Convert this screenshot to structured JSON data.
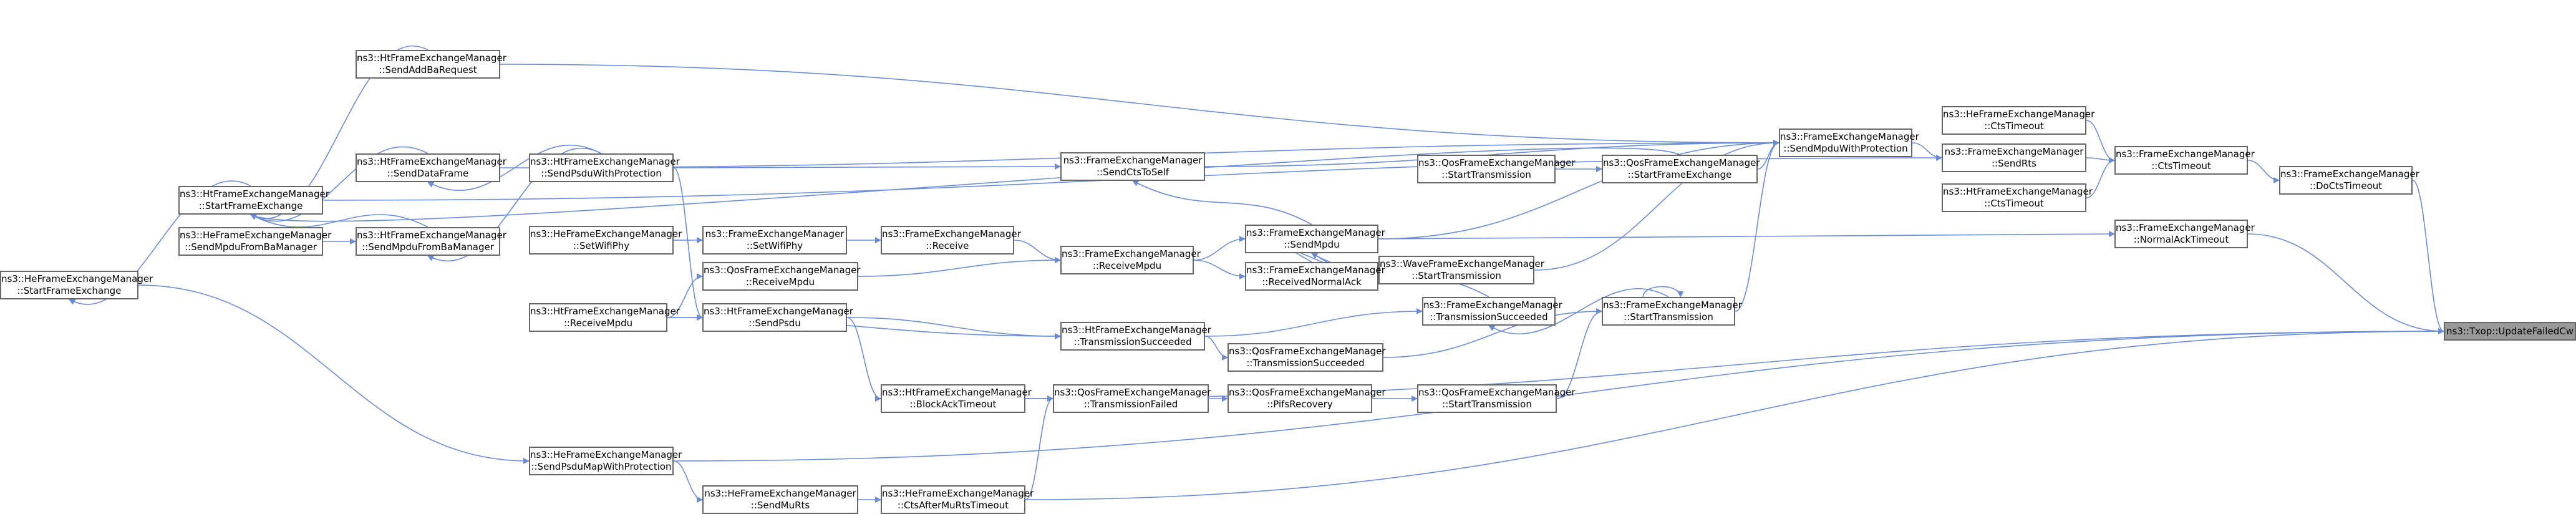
{
  "diagram": {
    "type": "caller-graph",
    "colors": {
      "edge": "#6a8cd6",
      "node_border": "#666666",
      "node_fill": "#ffffff",
      "root_fill": "#999999"
    },
    "nodes": [
      {
        "id": "n01",
        "lines": [
          "ns3::Txop::UpdateFailedCw"
        ],
        "root": true
      },
      {
        "id": "n02",
        "lines": [
          "ns3::FrameExchangeManager",
          "::DoCtsTimeout"
        ]
      },
      {
        "id": "n03",
        "lines": [
          "ns3::FrameExchangeManager",
          "::NormalAckTimeout"
        ]
      },
      {
        "id": "n04",
        "lines": [
          "ns3::HeFrameExchangeManager",
          "::CtsTimeout"
        ]
      },
      {
        "id": "n05",
        "lines": [
          "ns3::FrameExchangeManager",
          "::CtsTimeout"
        ]
      },
      {
        "id": "n06",
        "lines": [
          "ns3::HtFrameExchangeManager",
          "::CtsTimeout"
        ]
      },
      {
        "id": "n07",
        "lines": [
          "ns3::FrameExchangeManager",
          "::SendRts"
        ]
      },
      {
        "id": "n08",
        "lines": [
          "ns3::FrameExchangeManager",
          "::SendMpduWithProtection"
        ]
      },
      {
        "id": "n09",
        "lines": [
          "ns3::QosFrameExchangeManager",
          "::StartTransmission"
        ]
      },
      {
        "id": "n10",
        "lines": [
          "ns3::QosFrameExchangeManager",
          "::StartFrameExchange"
        ]
      },
      {
        "id": "n11",
        "lines": [
          "ns3::FrameExchangeManager",
          "::SendCtsToSelf"
        ]
      },
      {
        "id": "n12",
        "lines": [
          "ns3::FrameExchangeManager",
          "::SendMpdu"
        ]
      },
      {
        "id": "n13",
        "lines": [
          "ns3::WaveFrameExchangeManager",
          "::StartTransmission"
        ]
      },
      {
        "id": "n14",
        "lines": [
          "ns3::FrameExchangeManager",
          "::ReceivedNormalAck"
        ]
      },
      {
        "id": "n15",
        "lines": [
          "ns3::FrameExchangeManager",
          "::TransmissionSucceeded"
        ]
      },
      {
        "id": "n16",
        "lines": [
          "ns3::FrameExchangeManager",
          "::StartTransmission"
        ]
      },
      {
        "id": "n17",
        "lines": [
          "ns3::QosFrameExchangeManager",
          "::TransmissionSucceeded"
        ]
      },
      {
        "id": "n18",
        "lines": [
          "ns3::QosFrameExchangeManager",
          "::StartTransmission"
        ]
      },
      {
        "id": "n19",
        "lines": [
          "ns3::QosFrameExchangeManager",
          "::PifsRecovery"
        ]
      },
      {
        "id": "n20",
        "lines": [
          "ns3::QosFrameExchangeManager",
          "::TransmissionFailed"
        ]
      },
      {
        "id": "n21",
        "lines": [
          "ns3::HtFrameExchangeManager",
          "::TransmissionSucceeded"
        ]
      },
      {
        "id": "n22",
        "lines": [
          "ns3::FrameExchangeManager",
          "::ReceiveMpdu"
        ]
      },
      {
        "id": "n23",
        "lines": [
          "ns3::FrameExchangeManager",
          "::Receive"
        ]
      },
      {
        "id": "n24",
        "lines": [
          "ns3::FrameExchangeManager",
          "::SetWifiPhy"
        ]
      },
      {
        "id": "n25",
        "lines": [
          "ns3::HeFrameExchangeManager",
          "::SetWifiPhy"
        ]
      },
      {
        "id": "n26",
        "lines": [
          "ns3::QosFrameExchangeManager",
          "::ReceiveMpdu"
        ]
      },
      {
        "id": "n27",
        "lines": [
          "ns3::HtFrameExchangeManager",
          "::SendPsdu"
        ]
      },
      {
        "id": "n28",
        "lines": [
          "ns3::HtFrameExchangeManager",
          "::ReceiveMpdu"
        ]
      },
      {
        "id": "n29",
        "lines": [
          "ns3::HtFrameExchangeManager",
          "::BlockAckTimeout"
        ]
      },
      {
        "id": "n30",
        "lines": [
          "ns3::HeFrameExchangeManager",
          "::CtsAfterMuRtsTimeout"
        ]
      },
      {
        "id": "n31",
        "lines": [
          "ns3::HeFrameExchangeManager",
          "::SendMuRts"
        ]
      },
      {
        "id": "n32",
        "lines": [
          "ns3::HeFrameExchangeManager",
          "::SendPsduMapWithProtection"
        ]
      },
      {
        "id": "n33",
        "lines": [
          "ns3::HeFrameExchangeManager",
          "::StartFrameExchange"
        ]
      },
      {
        "id": "n34",
        "lines": [
          "ns3::HtFrameExchangeManager",
          "::StartFrameExchange"
        ]
      },
      {
        "id": "n35",
        "lines": [
          "ns3::HtFrameExchangeManager",
          "::SendAddBaRequest"
        ]
      },
      {
        "id": "n36",
        "lines": [
          "ns3::HtFrameExchangeManager",
          "::SendDataFrame"
        ]
      },
      {
        "id": "n37",
        "lines": [
          "ns3::HtFrameExchangeManager",
          "::SendPsduWithProtection"
        ]
      },
      {
        "id": "n38",
        "lines": [
          "ns3::HeFrameExchangeManager",
          "::SendMpduFromBaManager"
        ]
      },
      {
        "id": "n39",
        "lines": [
          "ns3::HtFrameExchangeManager",
          "::SendMpduFromBaManager"
        ]
      }
    ],
    "edges": [
      [
        "n02",
        "n01"
      ],
      [
        "n03",
        "n01"
      ],
      [
        "n29",
        "n01"
      ],
      [
        "n30",
        "n01"
      ],
      [
        "n32",
        "n01"
      ],
      [
        "n05",
        "n02"
      ],
      [
        "n04",
        "n05"
      ],
      [
        "n06",
        "n05"
      ],
      [
        "n07",
        "n05"
      ],
      [
        "n12",
        "n03"
      ],
      [
        "n08",
        "n07"
      ],
      [
        "n34",
        "n07"
      ],
      [
        "n10",
        "n08"
      ],
      [
        "n11",
        "n08"
      ],
      [
        "n12",
        "n08"
      ],
      [
        "n13",
        "n08"
      ],
      [
        "n16",
        "n08"
      ],
      [
        "n35",
        "n08"
      ],
      [
        "n36",
        "n08"
      ],
      [
        "n09",
        "n10"
      ],
      [
        "n37",
        "n11"
      ],
      [
        "n12",
        "n11"
      ],
      [
        "n22",
        "n12"
      ],
      [
        "n14",
        "n12"
      ],
      [
        "n15",
        "n12"
      ],
      [
        "n16",
        "n15"
      ],
      [
        "n16",
        "n16"
      ],
      [
        "n22",
        "n14"
      ],
      [
        "n21",
        "n15"
      ],
      [
        "n23",
        "n22"
      ],
      [
        "n26",
        "n22"
      ],
      [
        "n24",
        "n23"
      ],
      [
        "n25",
        "n24"
      ],
      [
        "n28",
        "n26"
      ],
      [
        "n17",
        "n16"
      ],
      [
        "n18",
        "n16"
      ],
      [
        "n19",
        "n18"
      ],
      [
        "n20",
        "n19"
      ],
      [
        "n21",
        "n17"
      ],
      [
        "n29",
        "n20"
      ],
      [
        "n30",
        "n20"
      ],
      [
        "n27",
        "n21"
      ],
      [
        "n28",
        "n21"
      ],
      [
        "n27",
        "n29"
      ],
      [
        "n37",
        "n27"
      ],
      [
        "n28",
        "n27"
      ],
      [
        "n31",
        "n30"
      ],
      [
        "n32",
        "n31"
      ],
      [
        "n33",
        "n32"
      ],
      [
        "n36",
        "n34"
      ],
      [
        "n35",
        "n34"
      ],
      [
        "n39",
        "n34"
      ],
      [
        "n37",
        "n36"
      ],
      [
        "n38",
        "n39"
      ],
      [
        "n37",
        "n39"
      ],
      [
        "n34",
        "n33"
      ],
      [
        "n10",
        "n34"
      ]
    ]
  }
}
